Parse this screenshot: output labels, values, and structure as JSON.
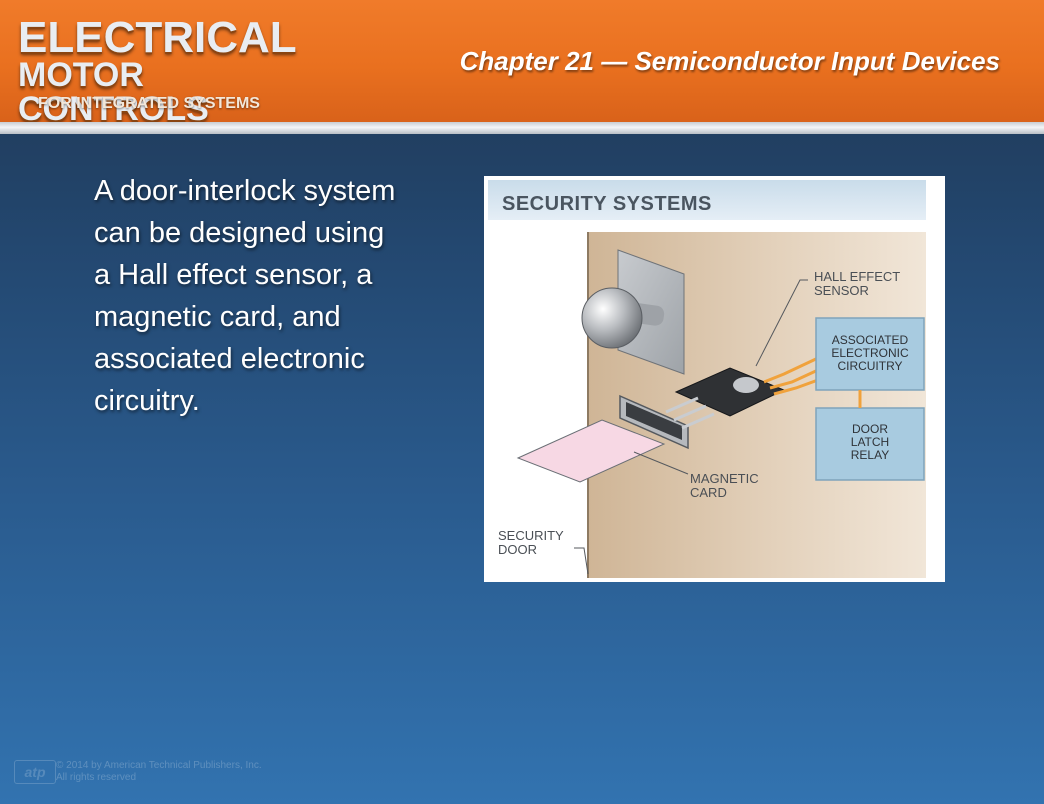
{
  "header": {
    "logo": {
      "line1": "ELECTRICAL",
      "line2": "MOTOR CONTROLS",
      "line3": "FOR INTEGRATED SYSTEMS"
    },
    "chapter_title": "Chapter 21 — Semiconductor Input Devices"
  },
  "main": {
    "lines": [
      "A door-interlock system",
      "can be designed using",
      "a Hall effect sensor, a",
      "magnetic card, and",
      "associated electronic",
      "circuitry."
    ]
  },
  "figure": {
    "title": "SECURITY SYSTEMS",
    "labels": {
      "hall_effect_sensor": [
        "HALL EFFECT",
        "SENSOR"
      ],
      "magnetic_card": [
        "MAGNETIC",
        "CARD"
      ],
      "security_door": [
        "SECURITY",
        "DOOR"
      ],
      "associated_circuitry": [
        "ASSOCIATED",
        "ELECTRONIC",
        "CIRCUITRY"
      ],
      "door_latch_relay": [
        "DOOR",
        "LATCH",
        "RELAY"
      ]
    }
  },
  "footer": {
    "logo_text": "atp",
    "copyright_line1": "© 2014 by American Technical Publishers, Inc.",
    "copyright_line2": "All rights reserved"
  },
  "colors": {
    "header_orange": "#e9701f",
    "background_blue": "#2a5b8e",
    "box_blue": "#a8cbe0",
    "wire_orange": "#f0a23c",
    "door_tan": "#d9c3a6"
  }
}
